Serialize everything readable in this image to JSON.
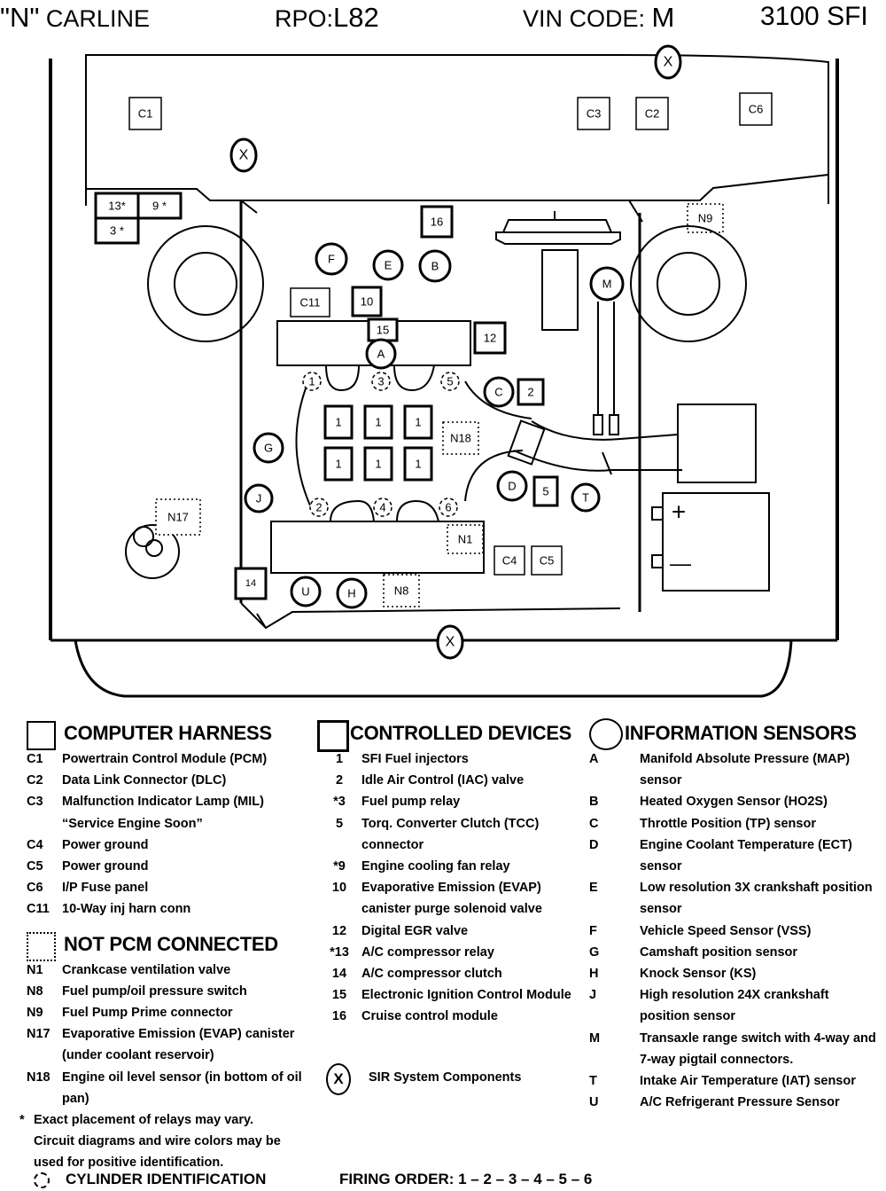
{
  "header": {
    "carline": "\"N\"",
    "carline_label": "CARLINE",
    "rpo_label": "RPO:",
    "rpo_value": "L82",
    "vin_label": "VIN CODE:",
    "vin_value": "M",
    "engine": "3100  SFI"
  },
  "diagram": {
    "labels": {
      "c1": "C1",
      "c2": "C2",
      "c3": "C3",
      "c4": "C4",
      "c5": "C5",
      "c6": "C6",
      "c11": "C11",
      "r13": "13*",
      "r9": "9 *",
      "r3": "3 *",
      "d16": "16",
      "d10": "10",
      "d15": "15",
      "d12": "12",
      "d2": "2",
      "d5": "5",
      "d14": "14",
      "d1": "1",
      "n9": "N9",
      "n18": "N18",
      "n17": "N17",
      "n1": "N1",
      "n8": "N8",
      "x": "X",
      "sA": "A",
      "sB": "B",
      "sC": "C",
      "sD": "D",
      "sE": "E",
      "sF": "F",
      "sG": "G",
      "sH": "H",
      "sJ": "J",
      "sM": "M",
      "sT": "T",
      "sU": "U",
      "cyl1": "1",
      "cyl2": "2",
      "cyl3": "3",
      "cyl4": "4",
      "cyl5": "5",
      "cyl6": "6",
      "plus": "+",
      "minus": "—"
    }
  },
  "legend": {
    "computer_harness": {
      "title": "COMPUTER HARNESS",
      "items": [
        {
          "code": "C1",
          "text": "Powertrain Control Module (PCM)"
        },
        {
          "code": "C2",
          "text": "Data Link Connector (DLC)"
        },
        {
          "code": "C3",
          "text": "Malfunction Indicator Lamp (MIL) “Service Engine Soon”"
        },
        {
          "code": "C4",
          "text": "Power ground"
        },
        {
          "code": "C5",
          "text": "Power ground"
        },
        {
          "code": "C6",
          "text": "I/P Fuse panel"
        },
        {
          "code": "C11",
          "text": "10-Way inj harn conn"
        }
      ]
    },
    "not_pcm_connected": {
      "title": "NOT PCM CONNECTED",
      "items": [
        {
          "code": "N1",
          "text": "Crankcase ventilation valve"
        },
        {
          "code": "N8",
          "text": "Fuel pump/oil pressure switch"
        },
        {
          "code": "N9",
          "text": "Fuel Pump Prime connector"
        },
        {
          "code": "N17",
          "text": "Evaporative Emission (EVAP) canister (under coolant reservoir)"
        },
        {
          "code": "N18",
          "text": "Engine oil level sensor (in bottom of oil pan)"
        }
      ],
      "note_mark": "*",
      "note": "Exact placement of relays may vary. Circuit diagrams and wire colors may be used for positive identification."
    },
    "controlled_devices": {
      "title": "CONTROLLED DEVICES",
      "items": [
        {
          "code": "1",
          "text": "SFI Fuel injectors"
        },
        {
          "code": "2",
          "text": "Idle Air Control (IAC) valve"
        },
        {
          "code": "*3",
          "text": "Fuel pump relay"
        },
        {
          "code": "5",
          "text": "Torq. Converter Clutch (TCC) connector"
        },
        {
          "code": "*9",
          "text": "Engine cooling fan relay"
        },
        {
          "code": "10",
          "text": "Evaporative Emission (EVAP) canister purge solenoid valve"
        },
        {
          "code": "12",
          "text": "Digital EGR valve"
        },
        {
          "code": "*13",
          "text": "A/C compressor relay"
        },
        {
          "code": "14",
          "text": "A/C compressor clutch"
        },
        {
          "code": "15",
          "text": "Electronic Ignition Control Module"
        },
        {
          "code": "16",
          "text": "Cruise control module"
        }
      ],
      "sir_symbol": "X",
      "sir_text": "SIR System Components"
    },
    "information_sensors": {
      "title": "INFORMATION SENSORS",
      "items": [
        {
          "code": "A",
          "text": "Manifold Absolute Pressure (MAP) sensor"
        },
        {
          "code": "B",
          "text": "Heated Oxygen Sensor (HO2S)"
        },
        {
          "code": "C",
          "text": "Throttle Position (TP) sensor"
        },
        {
          "code": "D",
          "text": "Engine Coolant Temperature (ECT) sensor"
        },
        {
          "code": "E",
          "text": "Low resolution  3X crankshaft position sensor"
        },
        {
          "code": "F",
          "text": "Vehicle Speed Sensor (VSS)"
        },
        {
          "code": "G",
          "text": "Camshaft position sensor"
        },
        {
          "code": "H",
          "text": "Knock Sensor (KS)"
        },
        {
          "code": "J",
          "text": "High resolution  24X crankshaft position sensor"
        },
        {
          "code": "M",
          "text": "Transaxle range switch with 4-way and 7-way pigtail connectors."
        },
        {
          "code": "T",
          "text": "Intake Air Temperature (IAT) sensor"
        },
        {
          "code": "U",
          "text": "A/C Refrigerant Pressure Sensor"
        }
      ]
    }
  },
  "footer": {
    "cylinder_identification": "CYLINDER IDENTIFICATION",
    "firing_order_label": "FIRING ORDER:",
    "firing_order": "1 – 2 – 3 – 4 – 5 – 6"
  }
}
